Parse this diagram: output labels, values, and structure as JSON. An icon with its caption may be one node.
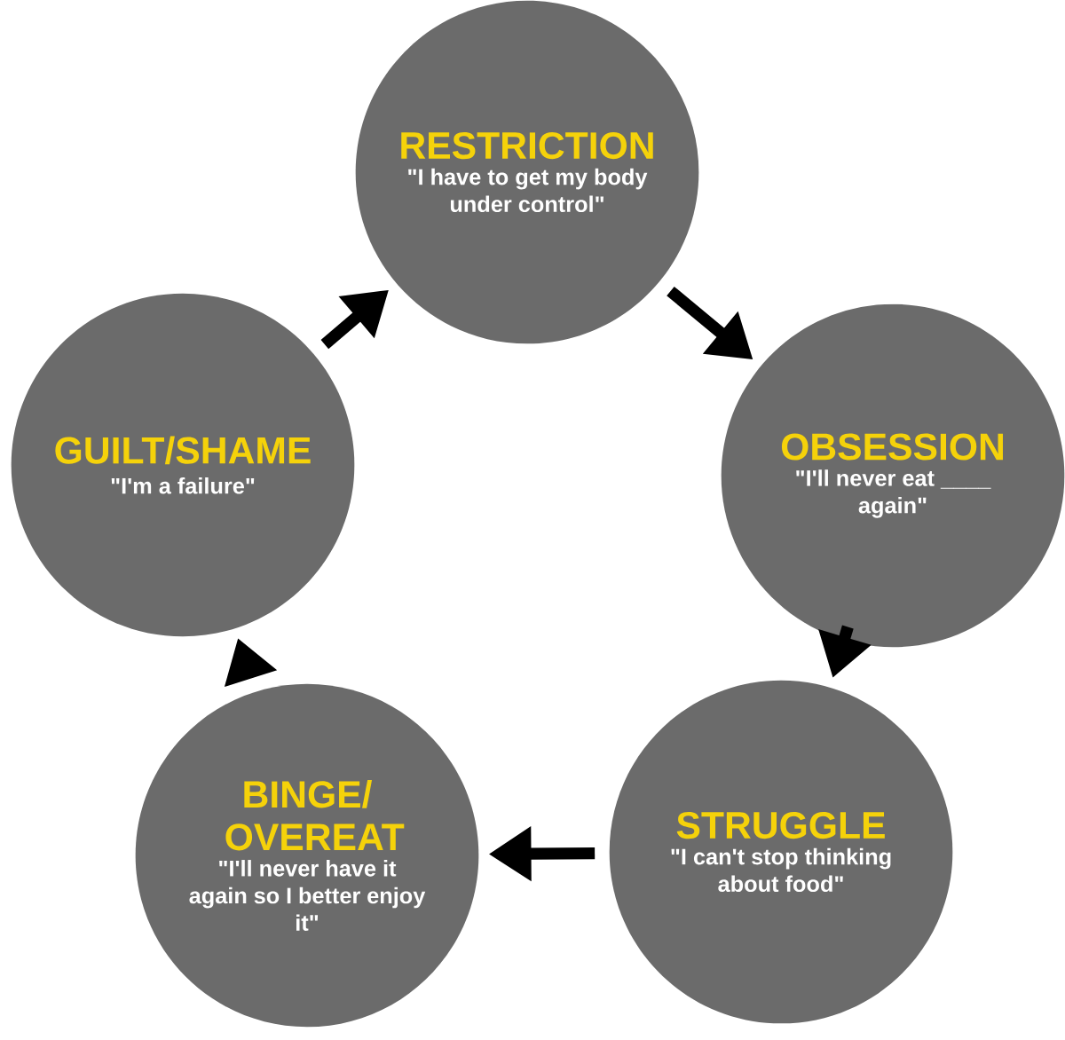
{
  "diagram": {
    "nodes": [
      {
        "text": [
          "RESTRICTION",
          "\"I have to get my body under control\""
        ]
      },
      {
        "text": [
          "OBSESSION",
          "\"I'll never eat ____ again\""
        ]
      },
      {
        "text": [
          "STRUGGLE",
          "\"I can't stop thinking about food\""
        ]
      },
      {
        "text": [
          "BINGE/ OVEREAT",
          "\"I'll never have it again so I better enjoy it\""
        ]
      },
      {
        "text": [
          "GUILT/SHAME",
          "\"I'm a failure\""
        ]
      }
    ],
    "edges": [
      {
        "from": 0,
        "to": 1,
        "arrow": "to"
      },
      {
        "from": 1,
        "to": 2,
        "arrow": "to"
      },
      {
        "from": 2,
        "to": 3,
        "arrow": "to"
      },
      {
        "from": 3,
        "to": 4,
        "arrow": "to"
      },
      {
        "from": 4,
        "to": 0,
        "arrow": "to"
      }
    ]
  }
}
